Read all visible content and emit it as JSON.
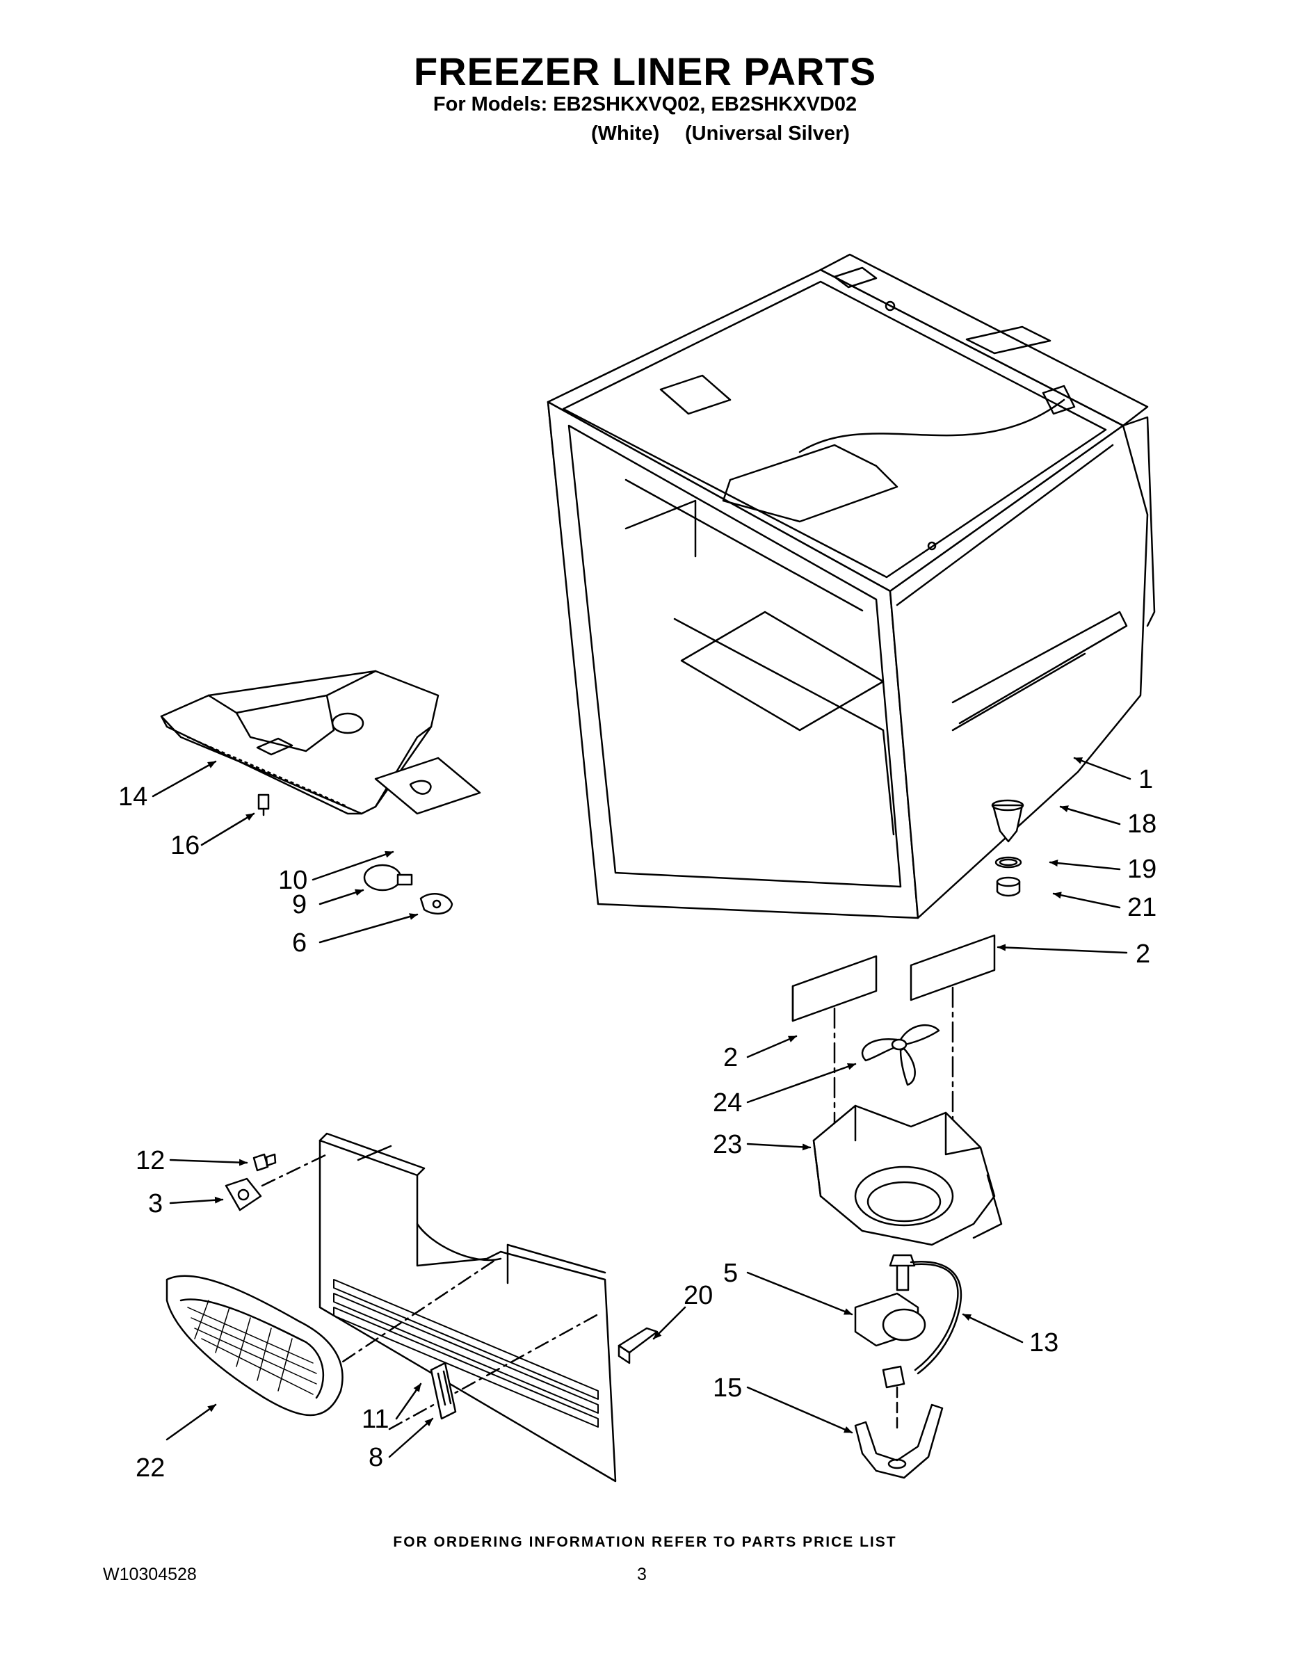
{
  "header": {
    "title": "FREEZER LINER PARTS",
    "models": "For Models: EB2SHKXVQ02, EB2SHKXVD02",
    "variant_1": "(White)",
    "variant_2": "(Universal Silver)"
  },
  "callouts": {
    "p1": "1",
    "p2a": "2",
    "p2b": "2",
    "p3": "3",
    "p5": "5",
    "p6": "6",
    "p8": "8",
    "p9": "9",
    "p10": "10",
    "p11": "11",
    "p12": "12",
    "p13": "13",
    "p14": "14",
    "p15": "15",
    "p16": "16",
    "p18": "18",
    "p19": "19",
    "p20": "20",
    "p21": "21",
    "p22": "22",
    "p23": "23",
    "p24": "24"
  },
  "footer": {
    "ordering_note": "FOR ORDERING INFORMATION REFER TO PARTS PRICE LIST",
    "document_code": "W10304528",
    "page_number": "3"
  }
}
